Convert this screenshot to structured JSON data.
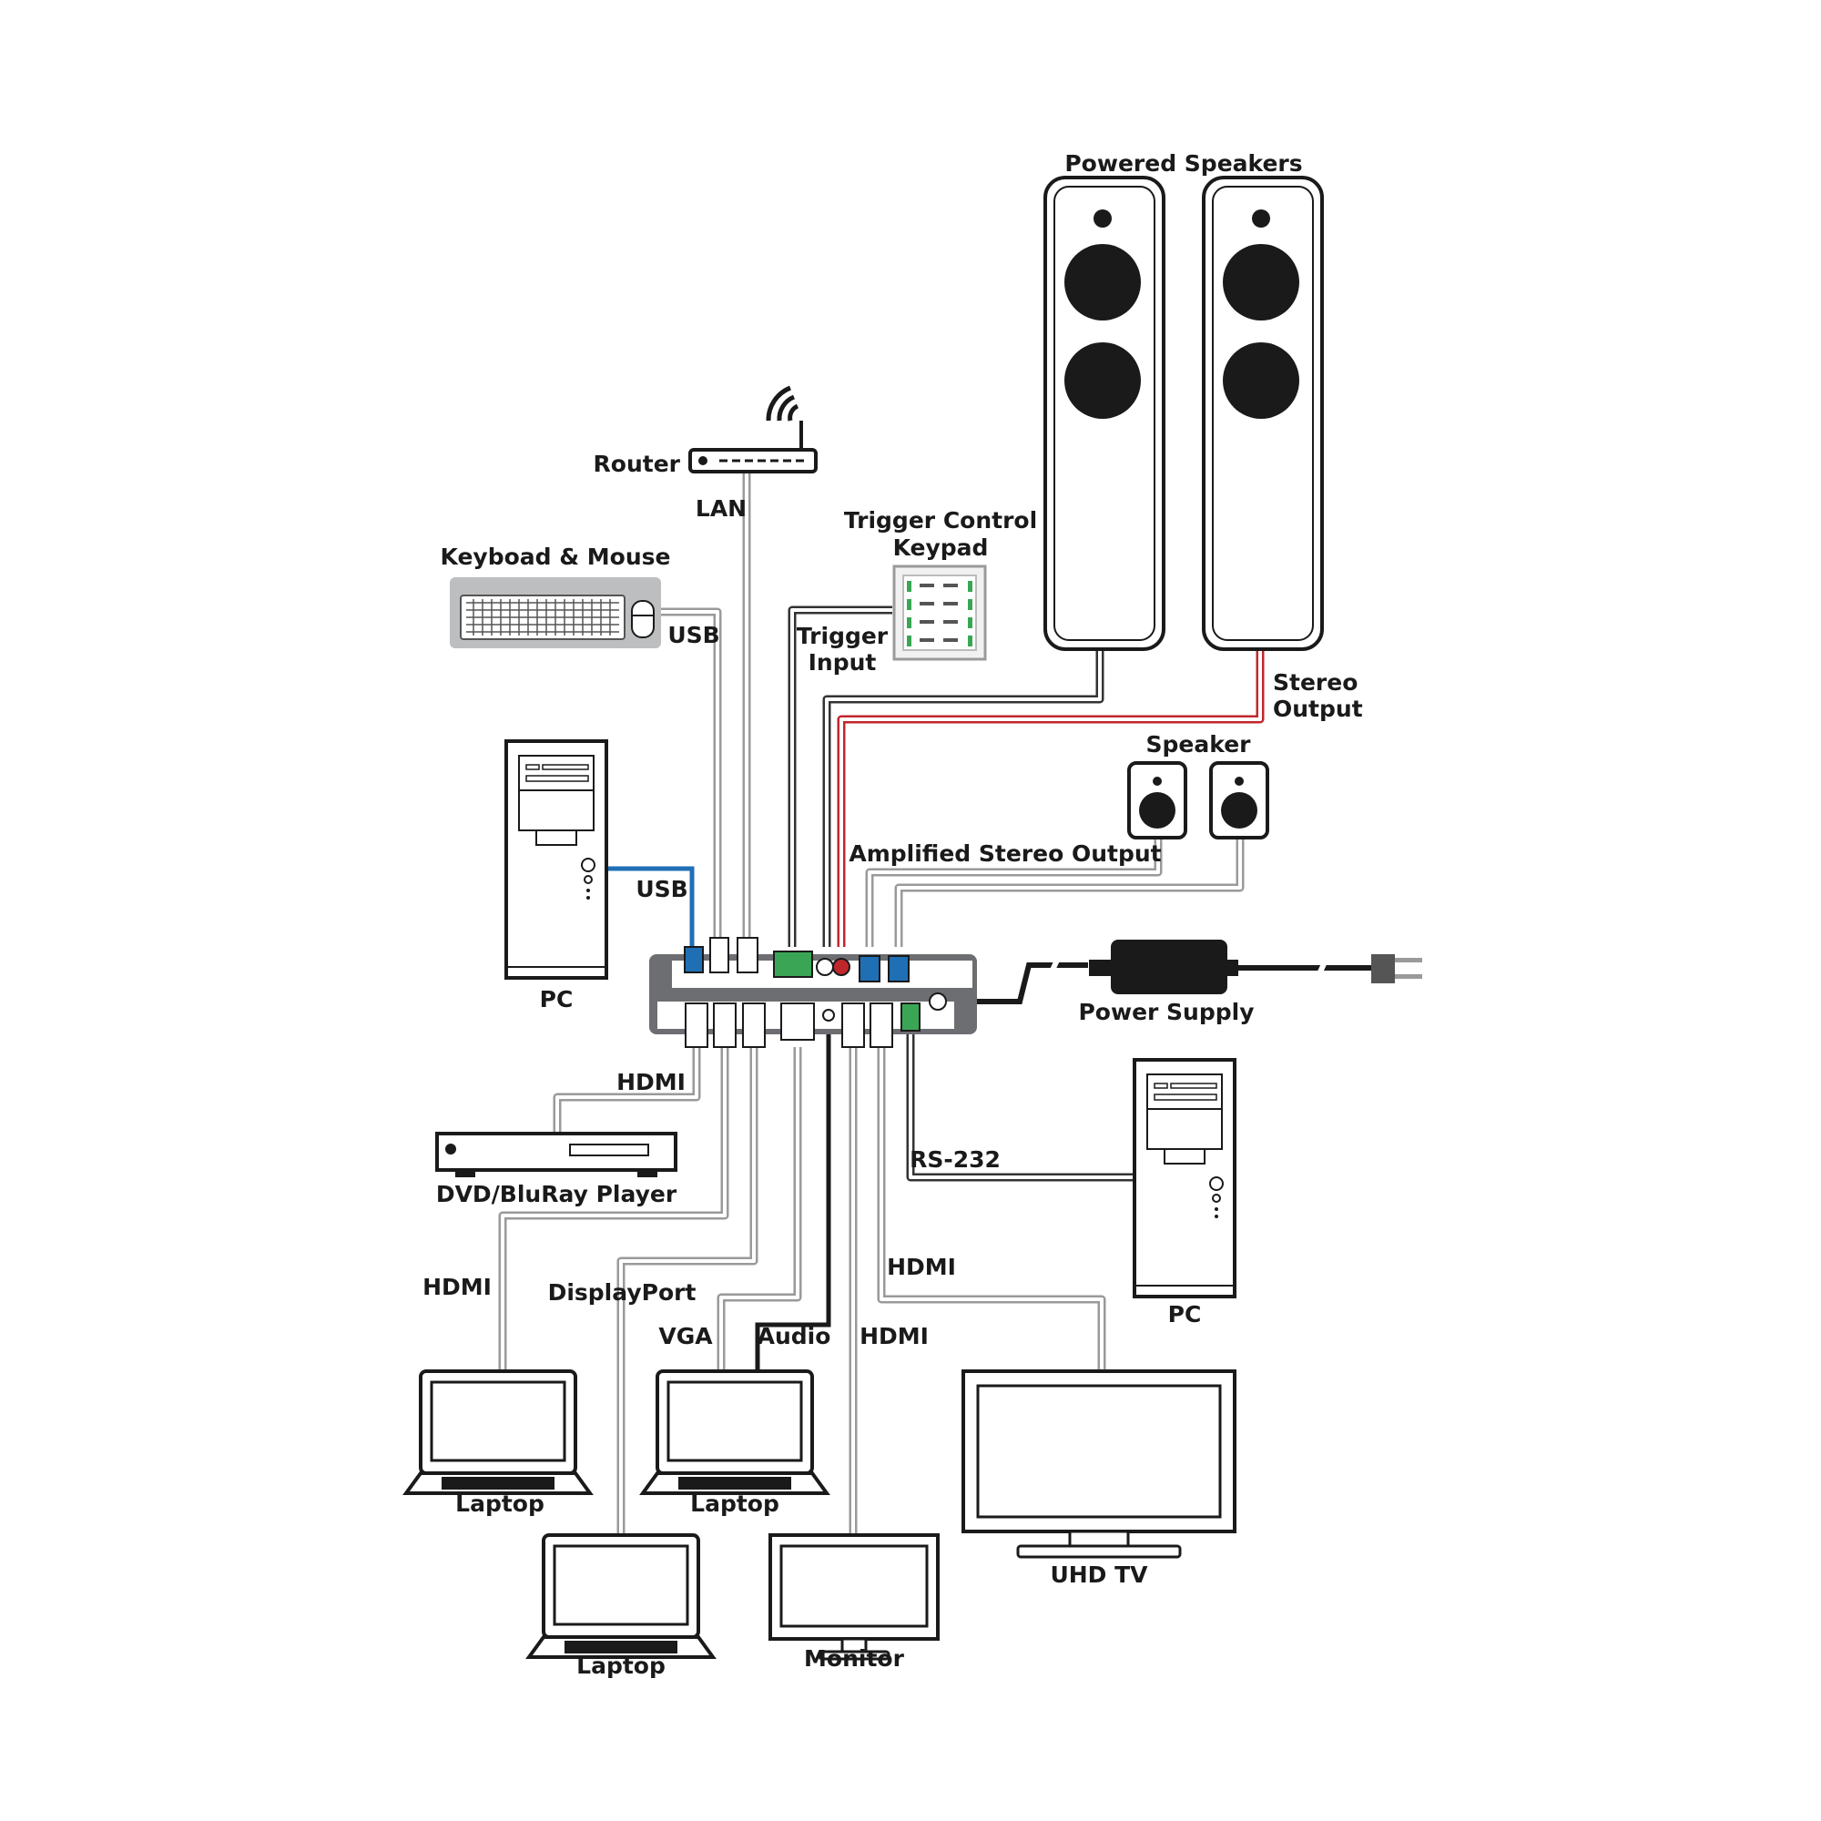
{
  "labels": {
    "powered_speakers": "Powered Speakers",
    "router": "Router",
    "lan": "LAN",
    "trigger_keypad_line1": "Trigger Control",
    "trigger_keypad_line2": "Keypad",
    "keyboard_mouse": "Keyboad & Mouse",
    "usb_keyboard": "USB",
    "trigger_input_line1": "Trigger",
    "trigger_input_line2": "Input",
    "stereo_output_line1": "Stereo",
    "stereo_output_line2": "Output",
    "speaker": "Speaker",
    "amplified_stereo_output": "Amplified Stereo Output",
    "usb_pc": "USB",
    "pc_left": "PC",
    "power_supply": "Power Supply",
    "hdmi_dvd": "HDMI",
    "dvd_player": "DVD/BluRay Player",
    "rs232": "RS-232",
    "pc_right": "PC",
    "hdmi_laptop1": "HDMI",
    "displayport": "DisplayPort",
    "hdmi_tv": "HDMI",
    "vga": "VGA",
    "audio": "Audio",
    "hdmi_monitor": "HDMI",
    "laptop1": "Laptop",
    "laptop2": "Laptop",
    "laptop3": "Laptop",
    "uhd_tv": "UHD TV",
    "monitor": "Monitor"
  },
  "colors": {
    "cable_gray": "#9a9a9a",
    "cable_dark": "#333333",
    "usb_blue": "#1f6fb5",
    "audio_red": "#c0272d",
    "terminal_green": "#3aa655",
    "device_outline": "#1a1a1a",
    "panel_gray": "#6d6e71"
  },
  "icons": [
    "router-icon",
    "wifi-icon",
    "keyboard-icon",
    "mouse-icon",
    "keypad-icon",
    "speaker-icon",
    "pc-tower-icon",
    "power-adapter-icon",
    "plug-icon",
    "dvd-player-icon",
    "laptop-icon",
    "monitor-icon",
    "tv-icon"
  ]
}
